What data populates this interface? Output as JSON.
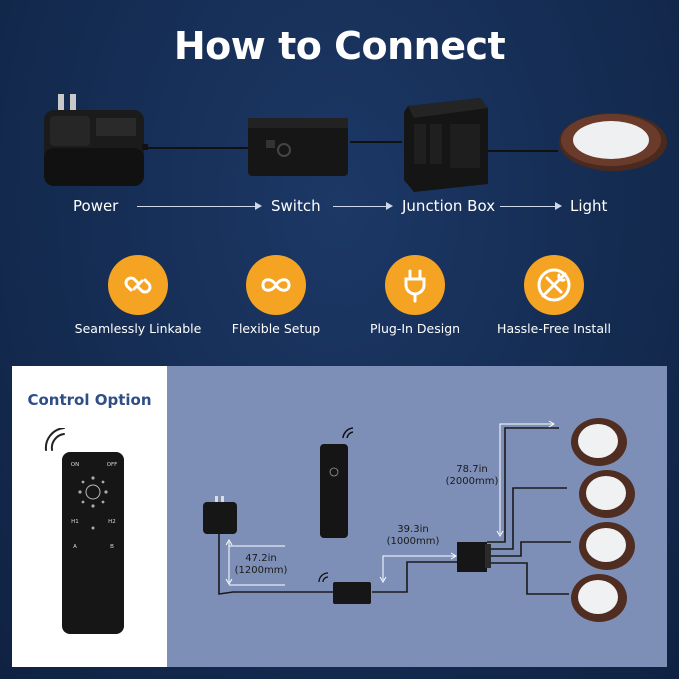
{
  "header": {
    "title": "How to Connect"
  },
  "flow": {
    "steps": [
      "Power",
      "Switch",
      "Junction Box",
      "Light"
    ]
  },
  "features": [
    {
      "label": "Seamlessly Linkable",
      "icon": "link-icon"
    },
    {
      "label": "Flexible Setup",
      "icon": "infinity-icon"
    },
    {
      "label": "Plug-In Design",
      "icon": "plug-icon"
    },
    {
      "label": "Hassle-Free Install",
      "icon": "no-tools-icon"
    }
  ],
  "control": {
    "title": "Control Option",
    "remote_buttons": {
      "on": "ON",
      "off": "OFF",
      "h1": "H1",
      "h2": "H2",
      "a": "A",
      "b": "B"
    }
  },
  "diagram": {
    "cable_power": "47.2in\n(1200mm)",
    "cable_switch": "39.3in\n(1000mm)",
    "cable_light": "78.7in\n(2000mm)"
  },
  "colors": {
    "background": "#13294d",
    "accent": "#f4a322",
    "panel": "#7d8fb7",
    "title_blue": "#2f4d86"
  }
}
